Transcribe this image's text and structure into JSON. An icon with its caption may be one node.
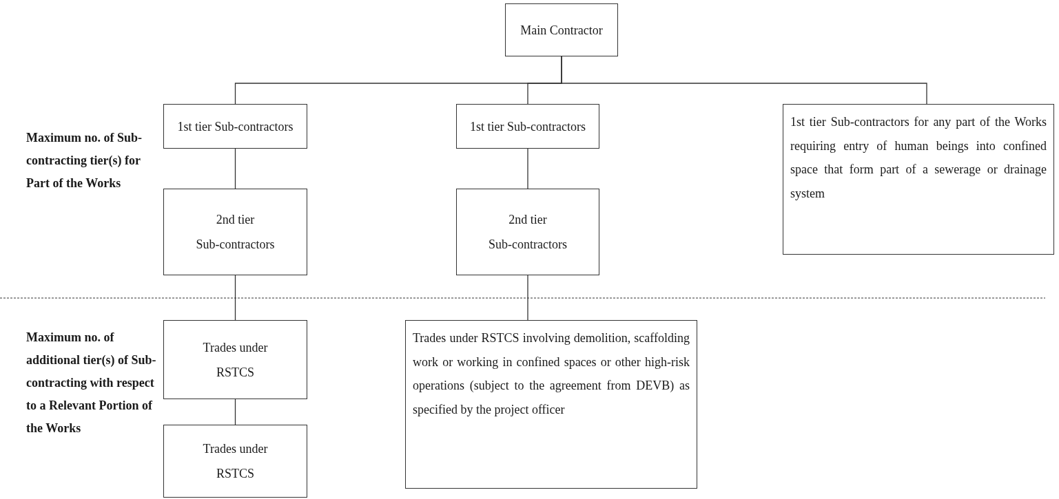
{
  "diagram": {
    "nodes": [
      {
        "text": [
          "Main Contractor"
        ]
      },
      {
        "text": [
          "1st tier Sub-contractors"
        ]
      },
      {
        "text": [
          "1st tier Sub-contractors"
        ]
      },
      {
        "text": [
          "1st tier Sub-contractors for any part of the Works requiring entry of human beings into confined space that form part of a sewerage or drainage system"
        ]
      },
      {
        "text": [
          "2nd tier Sub-contractors"
        ]
      },
      {
        "text": [
          "2nd tier Sub-contractors"
        ]
      },
      {
        "text": [
          "Trades under RSTCS"
        ]
      },
      {
        "text": [
          "Trades under RSTCS"
        ]
      },
      {
        "text": [
          "Trades under RSTCS involving demolition, scaffolding work or working in confined spaces or other high-risk operations (subject to the agreement from DEVB) as specified by the project officer"
        ]
      }
    ],
    "edges": [
      {
        "from": 0,
        "to": 1,
        "arrow": "none"
      },
      {
        "from": 0,
        "to": 2,
        "arrow": "none"
      },
      {
        "from": 0,
        "to": 3,
        "arrow": "none"
      },
      {
        "from": 1,
        "to": 4,
        "arrow": "none"
      },
      {
        "from": 2,
        "to": 5,
        "arrow": "none"
      },
      {
        "from": 4,
        "to": 6,
        "arrow": "none"
      },
      {
        "from": 5,
        "to": 8,
        "arrow": "none"
      },
      {
        "from": 6,
        "to": 7,
        "arrow": "none"
      }
    ],
    "labels": [
      "Maximum no. of Sub-contracting tier(s) for Part of the Works",
      "Maximum no. of additional tier(s) of Sub-contracting with respect to a Relevant Portion of the Works"
    ]
  }
}
